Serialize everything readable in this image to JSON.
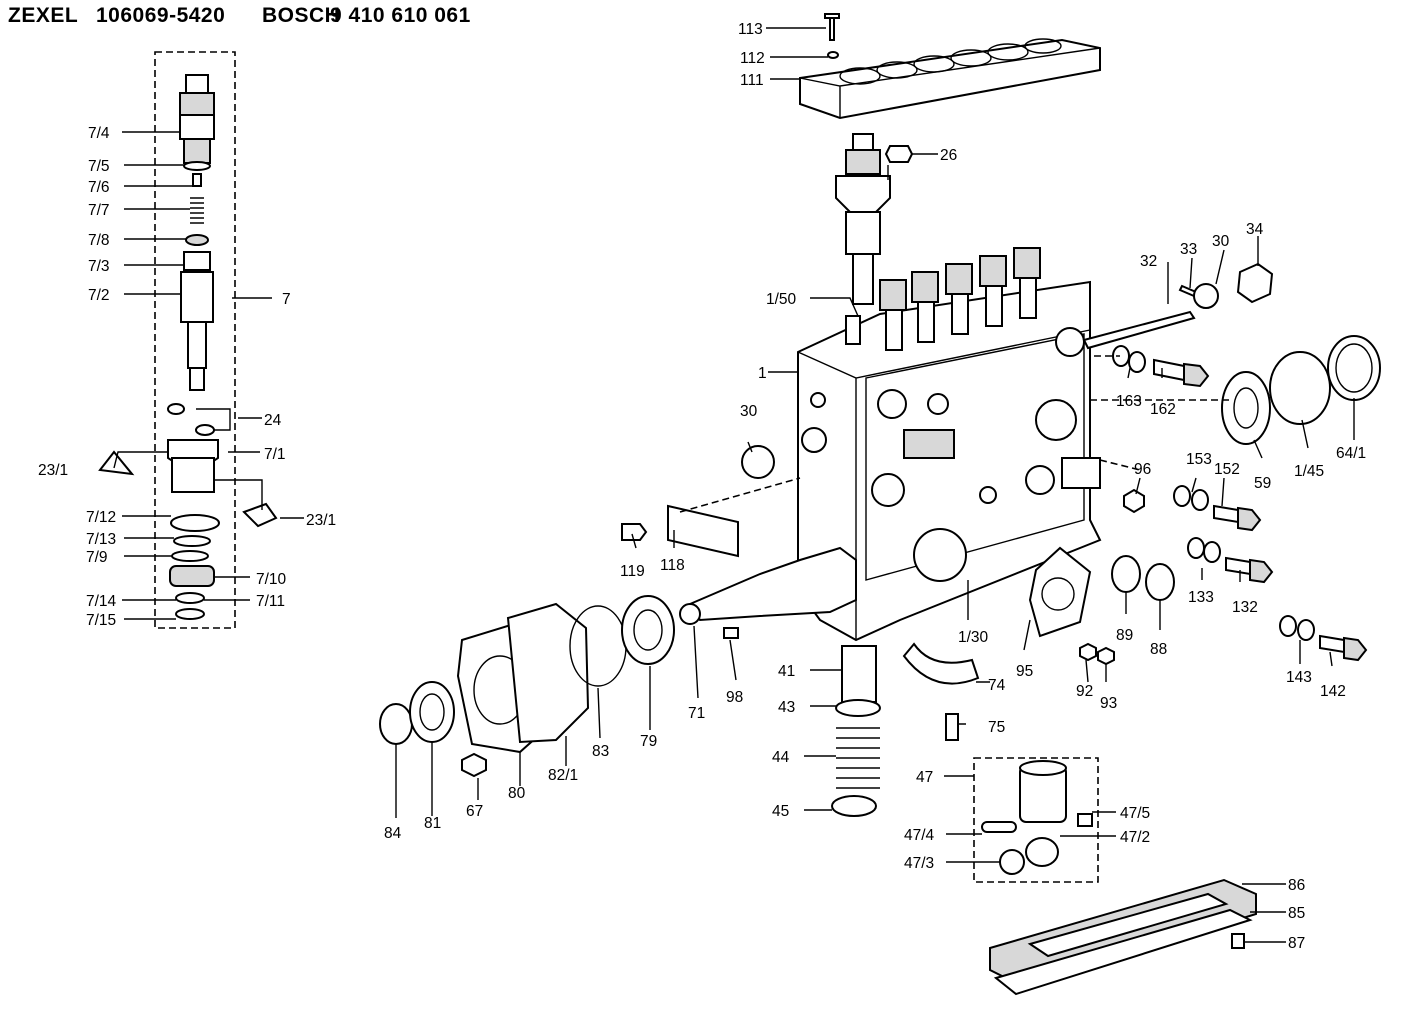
{
  "header": {
    "maker1": "ZEXEL",
    "code1": "106069-5420",
    "maker2": "BOSCH",
    "code2": "9 410 610 061"
  },
  "callouts": [
    {
      "id": "c-7-4",
      "label": "7/4"
    },
    {
      "id": "c-7-5",
      "label": "7/5"
    },
    {
      "id": "c-7-6",
      "label": "7/6"
    },
    {
      "id": "c-7-7",
      "label": "7/7"
    },
    {
      "id": "c-7-8",
      "label": "7/8"
    },
    {
      "id": "c-7-3",
      "label": "7/3"
    },
    {
      "id": "c-7-2",
      "label": "7/2"
    },
    {
      "id": "c-7",
      "label": "7"
    },
    {
      "id": "c-24",
      "label": "24"
    },
    {
      "id": "c-23-1a",
      "label": "23/1"
    },
    {
      "id": "c-7-1",
      "label": "7/1"
    },
    {
      "id": "c-23-1b",
      "label": "23/1"
    },
    {
      "id": "c-7-12",
      "label": "7/12"
    },
    {
      "id": "c-7-13",
      "label": "7/13"
    },
    {
      "id": "c-7-9",
      "label": "7/9"
    },
    {
      "id": "c-7-10",
      "label": "7/10"
    },
    {
      "id": "c-7-14",
      "label": "7/14"
    },
    {
      "id": "c-7-11",
      "label": "7/11"
    },
    {
      "id": "c-7-15",
      "label": "7/15"
    },
    {
      "id": "c-113",
      "label": "113"
    },
    {
      "id": "c-112",
      "label": "112"
    },
    {
      "id": "c-111",
      "label": "111"
    },
    {
      "id": "c-26",
      "label": "26"
    },
    {
      "id": "c-1-50",
      "label": "1/50"
    },
    {
      "id": "c-1",
      "label": "1"
    },
    {
      "id": "c-30a",
      "label": "30"
    },
    {
      "id": "c-32",
      "label": "32"
    },
    {
      "id": "c-33",
      "label": "33"
    },
    {
      "id": "c-30b",
      "label": "30"
    },
    {
      "id": "c-34",
      "label": "34"
    },
    {
      "id": "c-163",
      "label": "163"
    },
    {
      "id": "c-162",
      "label": "162"
    },
    {
      "id": "c-59",
      "label": "59"
    },
    {
      "id": "c-1-45",
      "label": "1/45"
    },
    {
      "id": "c-64-1",
      "label": "64/1"
    },
    {
      "id": "c-96",
      "label": "96"
    },
    {
      "id": "c-153",
      "label": "153"
    },
    {
      "id": "c-152",
      "label": "152"
    },
    {
      "id": "c-119",
      "label": "119"
    },
    {
      "id": "c-118",
      "label": "118"
    },
    {
      "id": "c-133",
      "label": "133"
    },
    {
      "id": "c-132",
      "label": "132"
    },
    {
      "id": "c-89",
      "label": "89"
    },
    {
      "id": "c-88",
      "label": "88"
    },
    {
      "id": "c-1-30",
      "label": "1/30"
    },
    {
      "id": "c-95",
      "label": "95"
    },
    {
      "id": "c-143",
      "label": "143"
    },
    {
      "id": "c-142",
      "label": "142"
    },
    {
      "id": "c-92",
      "label": "92"
    },
    {
      "id": "c-93",
      "label": "93"
    },
    {
      "id": "c-71",
      "label": "71"
    },
    {
      "id": "c-98",
      "label": "98"
    },
    {
      "id": "c-41",
      "label": "41"
    },
    {
      "id": "c-74",
      "label": "74"
    },
    {
      "id": "c-43",
      "label": "43"
    },
    {
      "id": "c-75",
      "label": "75"
    },
    {
      "id": "c-44",
      "label": "44"
    },
    {
      "id": "c-45",
      "label": "45"
    },
    {
      "id": "c-47",
      "label": "47"
    },
    {
      "id": "c-47-5",
      "label": "47/5"
    },
    {
      "id": "c-47-4",
      "label": "47/4"
    },
    {
      "id": "c-47-2",
      "label": "47/2"
    },
    {
      "id": "c-47-3",
      "label": "47/3"
    },
    {
      "id": "c-86",
      "label": "86"
    },
    {
      "id": "c-85",
      "label": "85"
    },
    {
      "id": "c-87",
      "label": "87"
    },
    {
      "id": "c-84",
      "label": "84"
    },
    {
      "id": "c-81",
      "label": "81"
    },
    {
      "id": "c-67",
      "label": "67"
    },
    {
      "id": "c-80",
      "label": "80"
    },
    {
      "id": "c-82-1",
      "label": "82/1"
    },
    {
      "id": "c-83",
      "label": "83"
    },
    {
      "id": "c-79",
      "label": "79"
    }
  ]
}
